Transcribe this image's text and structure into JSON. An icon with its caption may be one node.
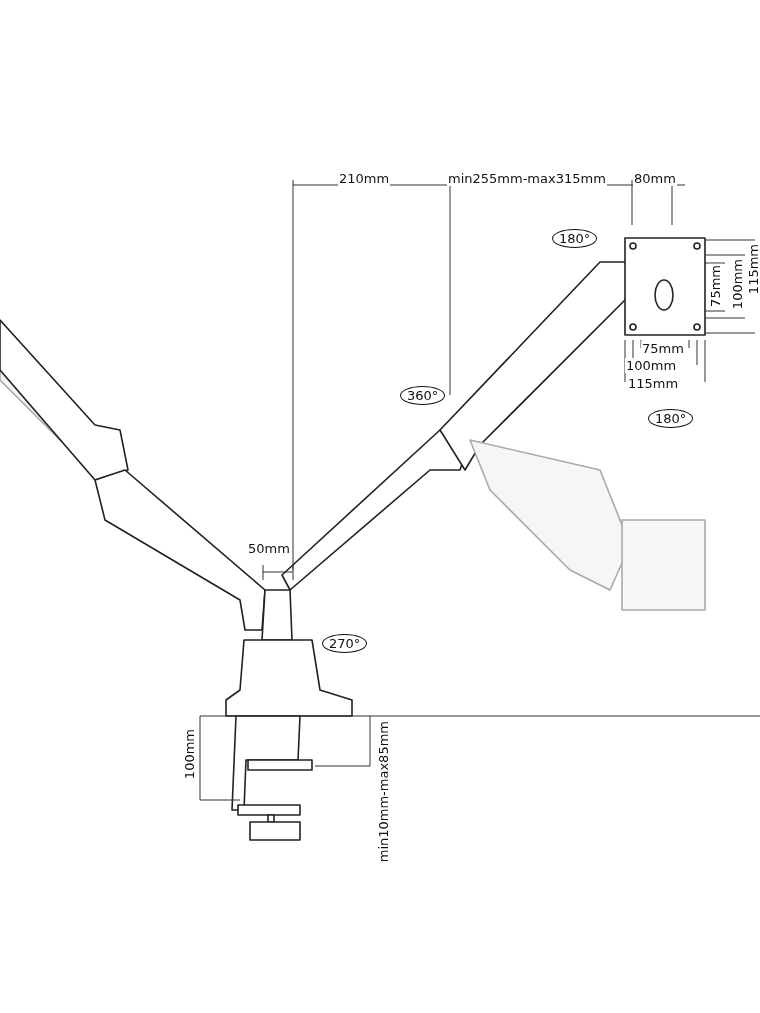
{
  "diagram": {
    "labels": [
      "210mm",
      "min255mm-max315mm",
      "80mm",
      "180°",
      "75mm",
      "100mm",
      "115mm",
      "75mm",
      "100mm",
      "115mm",
      "360°",
      "180°",
      "50mm",
      "270°",
      "100mm",
      "min10mm-max85mm"
    ]
  }
}
